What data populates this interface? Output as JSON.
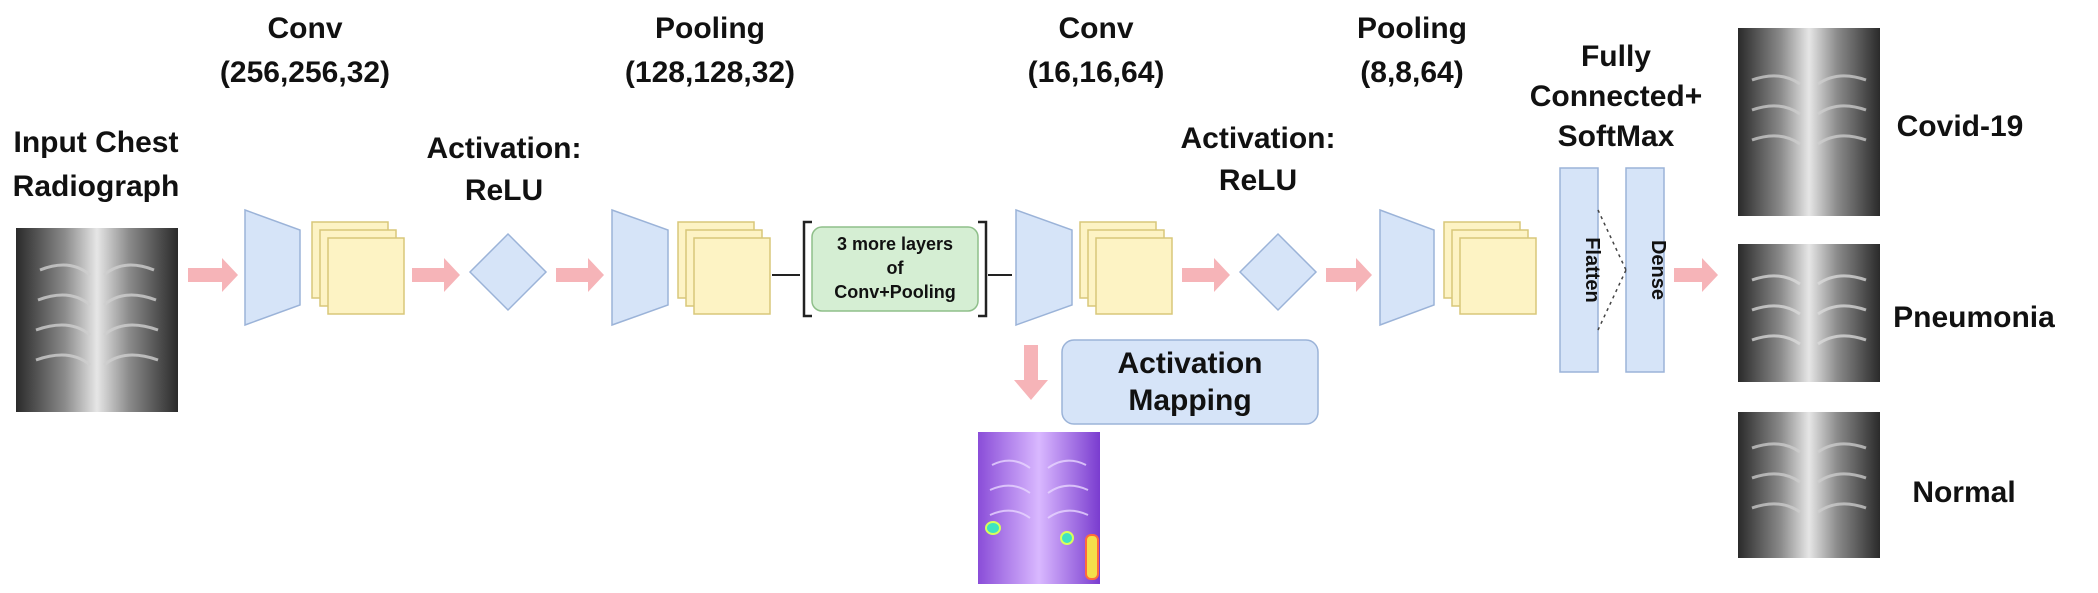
{
  "stages": {
    "input": {
      "line1": "Input Chest",
      "line2": "Radiograph"
    },
    "conv1": {
      "title": "Conv",
      "shape": "(256,256,32)"
    },
    "act1": {
      "line1": "Activation:",
      "line2": "ReLU"
    },
    "pool1": {
      "title": "Pooling",
      "shape": "(128,128,32)"
    },
    "more_layers": {
      "line1": "3 more layers",
      "line2": "of",
      "line3": "Conv+Pooling"
    },
    "conv2": {
      "title": "Conv",
      "shape": "(16,16,64)"
    },
    "act2": {
      "line1": "Activation:",
      "line2": "ReLU"
    },
    "pool2": {
      "title": "Pooling",
      "shape": "(8,8,64)"
    },
    "fc": {
      "line1": "Fully",
      "line2": "Connected+",
      "line3": "SoftMax"
    },
    "flatten": "Flatten",
    "dense": "Dense",
    "activation_mapping": {
      "line1": "Activation",
      "line2": "Mapping"
    }
  },
  "outputs": [
    "Covid-19",
    "Pneumonia",
    "Normal"
  ],
  "colors": {
    "trapezoid": "#d6e4f8",
    "feature_map": "#fdf3c4",
    "diamond": "#d6e4f8",
    "arrow": "#f6b4b8",
    "more_box": "#d5eed3",
    "mapping_box": "#d6e4f8",
    "stroke": "#9bb3d8"
  }
}
